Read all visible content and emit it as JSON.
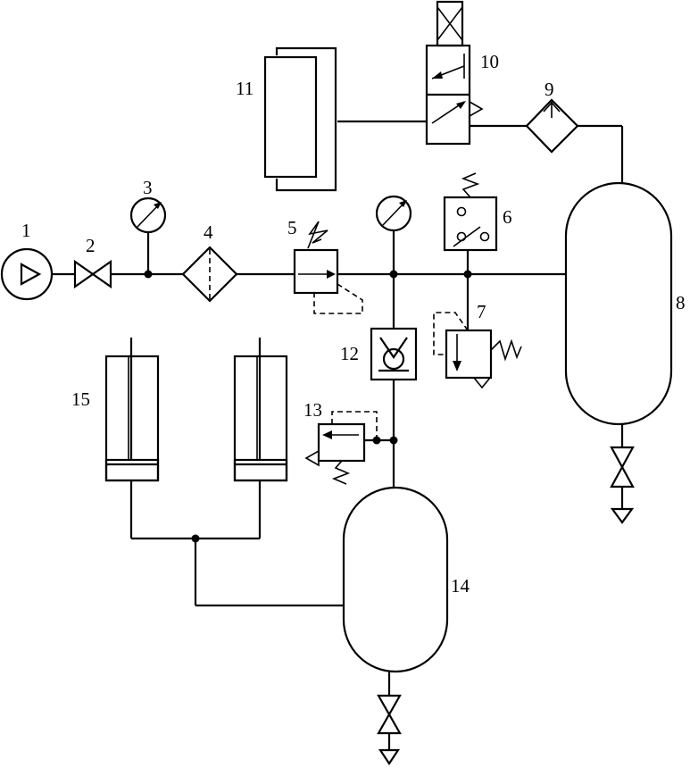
{
  "labels": {
    "l1": "1",
    "l2": "2",
    "l3": "3",
    "l4": "4",
    "l5": "5",
    "l6": "6",
    "l7": "7",
    "l8": "8",
    "l9": "9",
    "l10": "10",
    "l11": "11",
    "l12": "12",
    "l13": "13",
    "l14": "14",
    "l15": "15"
  },
  "icons": {
    "c1": "compressor-icon",
    "c2": "shutoff-valve-icon",
    "c3": "pressure-gauge-icon",
    "c4": "filter-icon",
    "c5": "pressure-relief-valve-icon",
    "c6": "pressure-switch-icon",
    "c7": "pressure-reducing-valve-icon",
    "c8": "receiver-tank-icon",
    "c9": "filter-icon",
    "c10": "solenoid-valve-icon",
    "c11": "accumulator-icon",
    "c12": "check-valve-icon",
    "c13": "pressure-valve-icon",
    "c14": "tank-icon",
    "c15": "cylinder-icon"
  }
}
